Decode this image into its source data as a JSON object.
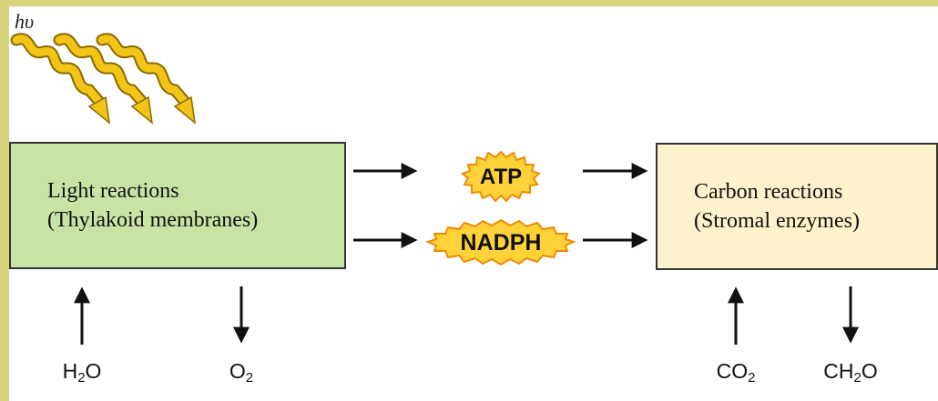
{
  "photon_label": "hυ",
  "light_box": {
    "line1": "Light reactions",
    "line2": "(Thylakoid membranes)"
  },
  "carbon_box": {
    "line1": "Carbon reactions",
    "line2": "(Stromal enzymes)"
  },
  "products": {
    "atp": "ATP",
    "nadph": "NADPH"
  },
  "inputs_outputs": {
    "h2o_main": "H",
    "h2o_sub": "2",
    "h2o_tail": "O",
    "o2_main": "O",
    "o2_sub": "2",
    "co2_main": "CO",
    "co2_sub": "2",
    "ch2o_main": "CH",
    "ch2o_sub": "2",
    "ch2o_tail": "O"
  },
  "colors": {
    "frame": "#d8d47e",
    "light_box_fill": "#c8e3a4",
    "carbon_box_fill": "#fcf2cb",
    "burst_fill": "#f7a81c",
    "burst_inner": "#ffd23a",
    "wave_fill": "#f2c418"
  }
}
